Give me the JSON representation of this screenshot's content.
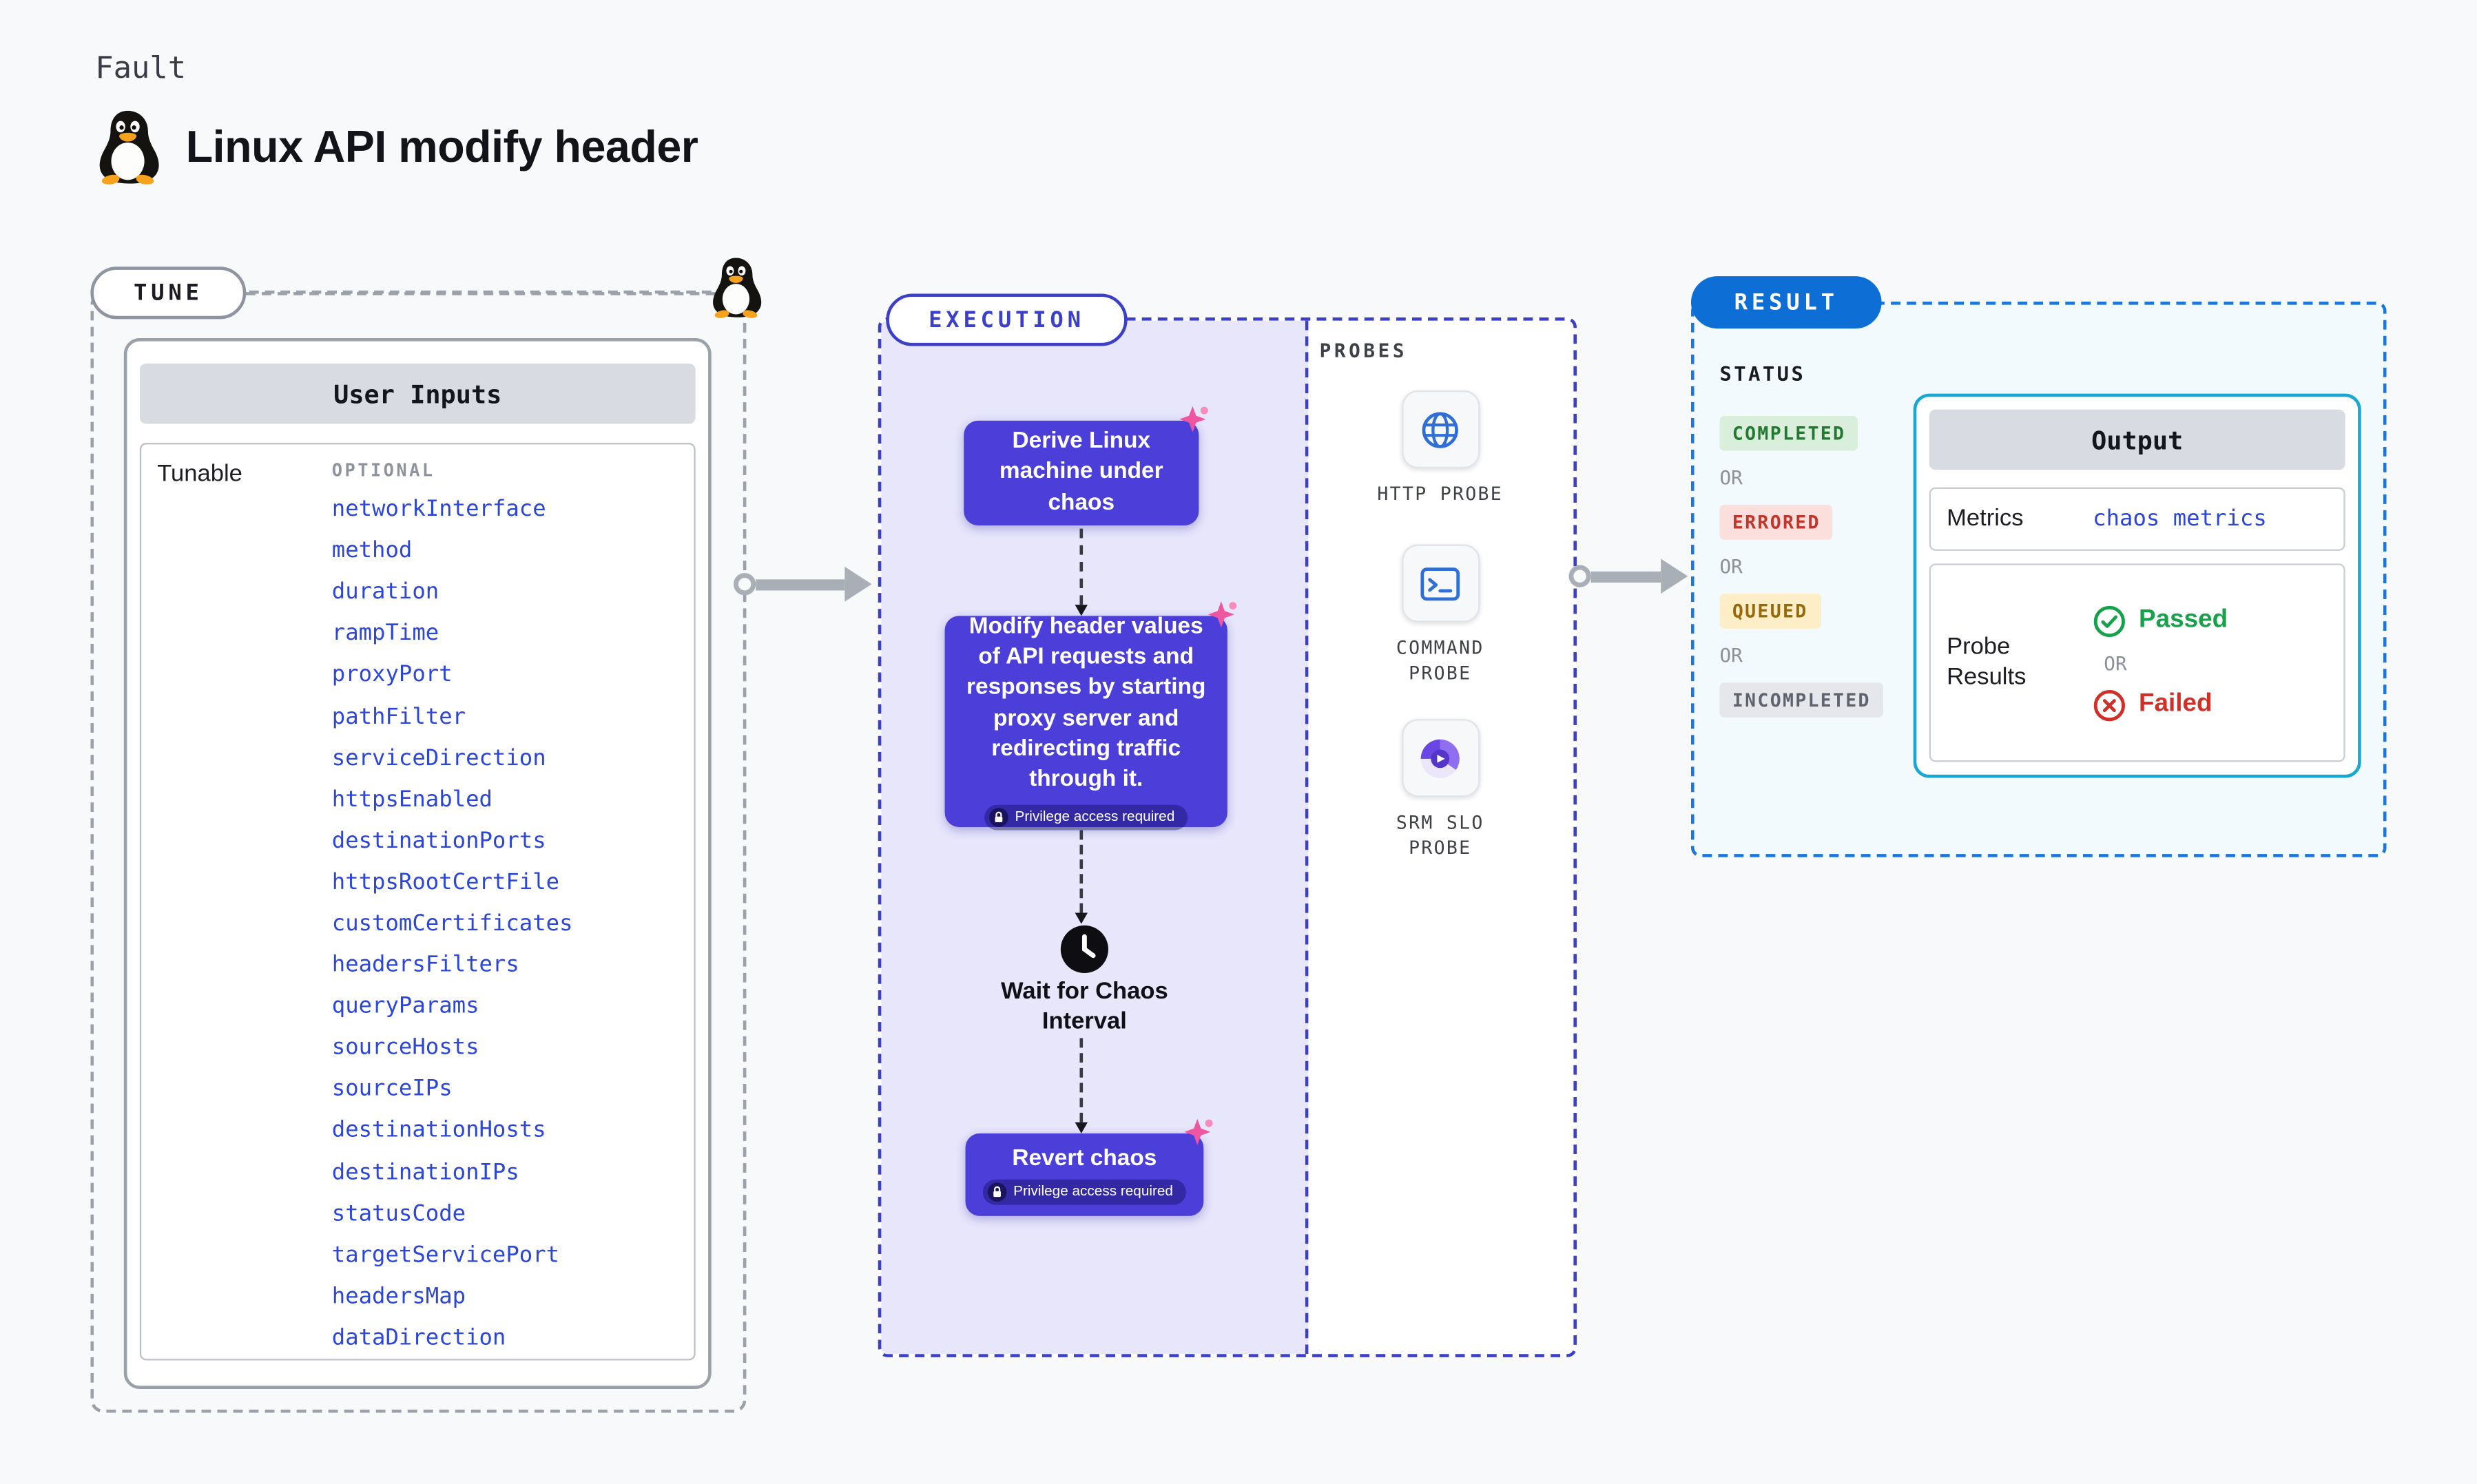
{
  "page": {
    "kicker": "Fault",
    "title": "Linux API modify header",
    "fault_icon": "tux-penguin-icon"
  },
  "tune": {
    "pill_label": "TUNE",
    "card_title": "User Inputs",
    "row_label": "Tunable",
    "optional_label": "OPTIONAL",
    "tunables": [
      "networkInterface",
      "method",
      "duration",
      "rampTime",
      "proxyPort",
      "pathFilter",
      "serviceDirection",
      "httpsEnabled",
      "destinationPorts",
      "httpsRootCertFile",
      "customCertificates",
      "headersFilters",
      "queryParams",
      "sourceHosts",
      "sourceIPs",
      "destinationHosts",
      "destinationIPs",
      "statusCode",
      "targetServicePort",
      "headersMap",
      "dataDirection"
    ]
  },
  "execution": {
    "pill_label": "EXECUTION",
    "privilege_label": "Privilege access required",
    "nodes": [
      {
        "label": "Derive Linux machine under chaos"
      },
      {
        "label": "Modify header values of API requests and responses by starting proxy server and redirecting traffic through it."
      },
      {
        "label": "Wait for Chaos Interval"
      },
      {
        "label": "Revert chaos"
      }
    ]
  },
  "probes": {
    "section_label": "PROBES",
    "items": [
      {
        "label": "HTTP PROBE",
        "icon": "globe-icon"
      },
      {
        "label": "COMMAND PROBE",
        "icon": "terminal-icon"
      },
      {
        "label": "SRM SLO PROBE",
        "icon": "srm-slo-icon"
      }
    ]
  },
  "result": {
    "pill_label": "RESULT",
    "status_label": "STATUS",
    "or_label": "OR",
    "statuses": [
      {
        "label": "COMPLETED"
      },
      {
        "label": "ERRORED"
      },
      {
        "label": "QUEUED"
      },
      {
        "label": "INCOMPLETED"
      }
    ],
    "output": {
      "title": "Output",
      "metrics_label": "Metrics",
      "metrics_value": "chaos metrics",
      "probe_results_label": "Probe Results",
      "passed_label": "Passed",
      "failed_label": "Failed"
    }
  },
  "colors": {
    "page_bg": "#f8f9fb",
    "link_blue": "#2b46d8",
    "indigo_accent": "#3c40c8",
    "node_purple": "#4c3ed9",
    "execution_bg": "#e7e6fb",
    "result_blue": "#0d6fd6",
    "result_bg": "#f3fafd",
    "output_border": "#19a7d3",
    "passed_green": "#18a14b",
    "failed_red": "#d03027",
    "completed_bg": "#daeedc",
    "completed_text": "#23792f",
    "errored_bg": "#fbdfdd",
    "errored_text": "#bf362c",
    "queued_bg": "#fdeec7",
    "queued_text": "#96690a",
    "incompleted_bg": "#e5e7eb",
    "incompleted_text": "#5f636e",
    "arrow_gray": "#a9afb7",
    "chaos_pink": "#ee56a2"
  }
}
